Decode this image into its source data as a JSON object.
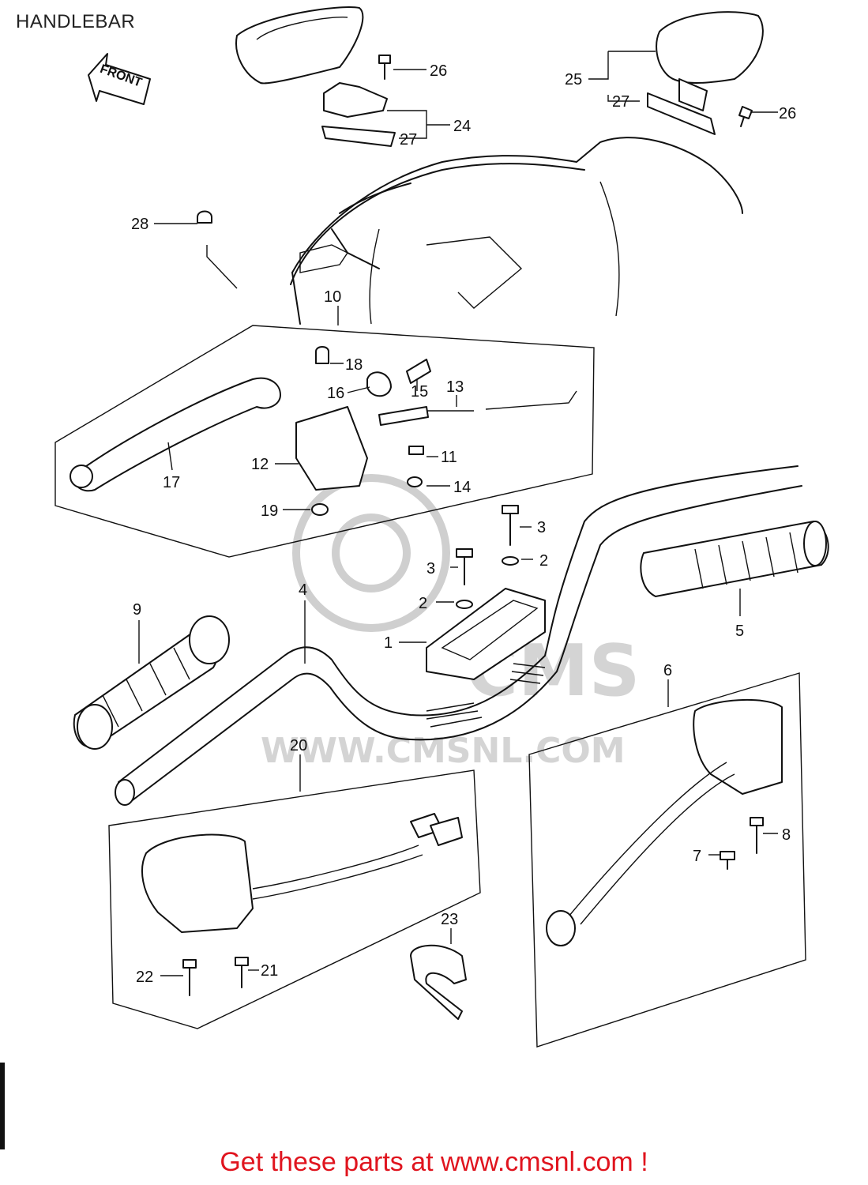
{
  "header": {
    "title": "HANDLEBAR"
  },
  "front_arrow": {
    "label": "FRONT"
  },
  "watermark": {
    "text": "WWW.CMSNL.COM",
    "logo_text": "CMS"
  },
  "footer": {
    "cta": "Get these parts at www.cmsnl.com !",
    "cta_color": "#e0141e"
  },
  "callouts": [
    "1",
    "2",
    "2",
    "3",
    "3",
    "4",
    "5",
    "6",
    "7",
    "8",
    "9",
    "10",
    "11",
    "12",
    "13",
    "14",
    "15",
    "16",
    "17",
    "18",
    "19",
    "20",
    "21",
    "22",
    "23",
    "24",
    "25",
    "26",
    "26",
    "27",
    "27",
    "28"
  ]
}
